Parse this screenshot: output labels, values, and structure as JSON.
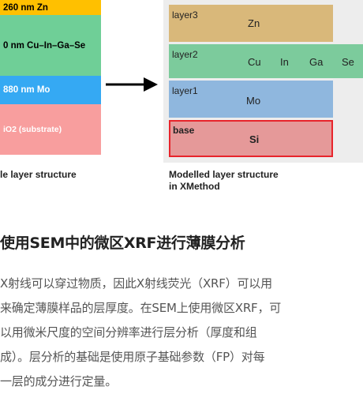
{
  "figure": {
    "left_stack": [
      {
        "label": "260 nm Zn"
      },
      {
        "label": "0 nm Cu–In–Ga–Se"
      },
      {
        "label": "880 nm Mo"
      },
      {
        "label": "iO2 (substrate)"
      }
    ],
    "left_caption": "le layer structure",
    "model_layers": [
      {
        "name": "layer3",
        "elements": [
          "Zn"
        ]
      },
      {
        "name": "layer2",
        "elements": [
          "Cu",
          "In",
          "Ga",
          "Se"
        ]
      },
      {
        "name": "layer1",
        "elements": [
          "Mo"
        ]
      },
      {
        "name": "base",
        "elements": [
          "Si"
        ]
      }
    ],
    "right_caption_line1": "Modelled layer structure",
    "right_caption_line2": "in XMethod",
    "colors": {
      "zn": "#ffc000",
      "cigs": "#6fcf97",
      "mo": "#35a9f3",
      "substrate": "#f89e9e",
      "highlight": "#e8242b"
    }
  },
  "article": {
    "heading": "使用SEM中的微区XRF进行薄膜分析",
    "lines": [
      "X射线可以穿过物质，因此X射线荧光（XRF）可以用",
      "来确定薄膜样品的层厚度。在SEM上使用微区XRF，可",
      "以用微米尺度的空间分辨率进行层分析（厚度和组",
      "成）。层分析的基础是使用原子基础参数（FP）对每",
      "一层的成分进行定量。"
    ]
  }
}
